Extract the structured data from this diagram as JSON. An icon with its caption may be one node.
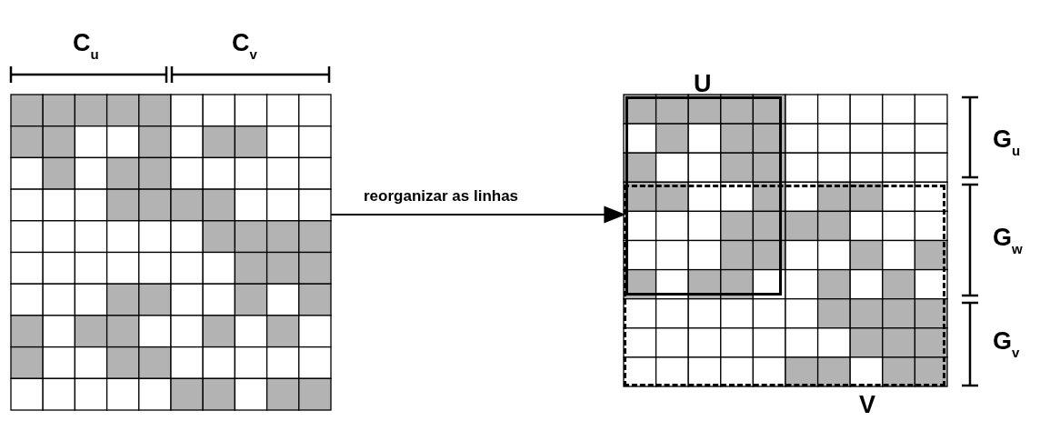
{
  "diagram": {
    "nodes": [
      {
        "text": [],
        "shape": "box"
      },
      {
        "text": [],
        "shape": "box"
      },
      {
        "text": [
          "U"
        ],
        "in": 1
      },
      {
        "text": [
          "V"
        ],
        "in": 1
      }
    ],
    "edges": [
      {
        "from": 0,
        "to": 1,
        "arrow": "to",
        "label": "reorganizar as linhas"
      }
    ],
    "labels": [
      "C$_{u}$",
      "C$_{v}$",
      "G$_{u}$",
      "G$_{w}$",
      "G$_{v}$"
    ]
  }
}
